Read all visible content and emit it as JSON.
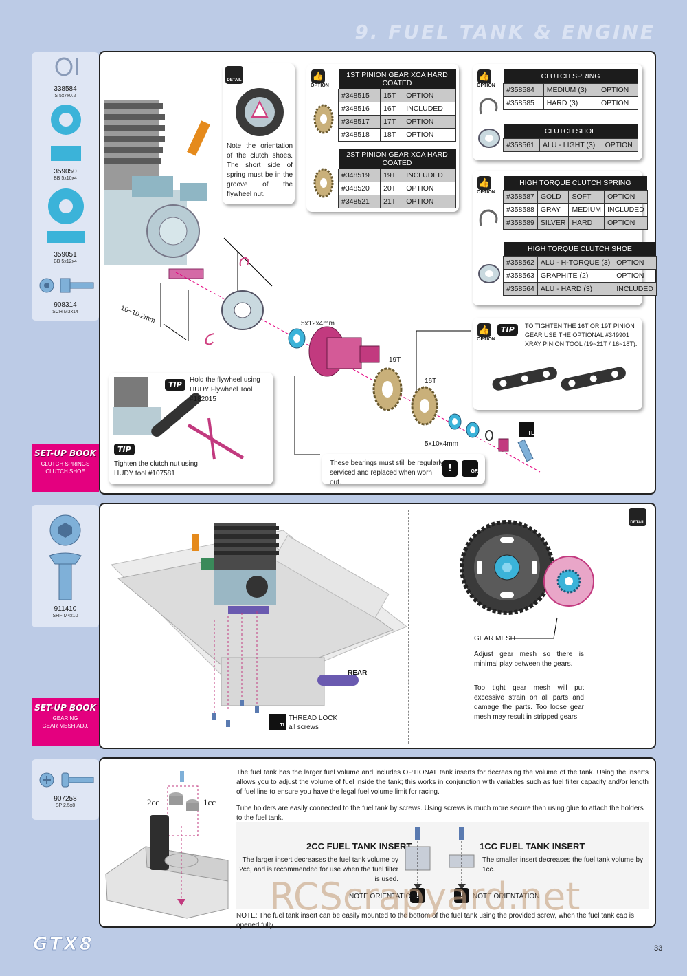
{
  "header": {
    "title": "9. FUEL TANK & ENGINE"
  },
  "step1": {
    "parts": [
      {
        "code": "338584",
        "desc": "S 5x7x0.2"
      },
      {
        "code": "359050",
        "desc": "BB 5x10x4"
      },
      {
        "code": "359051",
        "desc": "BB 5x12x4"
      },
      {
        "code": "908314",
        "desc": "SCH M3x14"
      }
    ],
    "setup_book": {
      "title": "SET-UP BOOK",
      "line1": "CLUTCH SPRINGS",
      "line2": "CLUTCH SHOE"
    },
    "detail_label": "DETAIL",
    "detail_note": "Note the orientation of the clutch shoes. The short side of spring must be in the groove of the flywheel nut.",
    "pinion_table1": {
      "title": "1ST PINION GEAR XCA HARD COATED",
      "rows": [
        [
          "#348515",
          "15T",
          "OPTION"
        ],
        [
          "#348516",
          "16T",
          "INCLUDED"
        ],
        [
          "#348517",
          "17T",
          "OPTION"
        ],
        [
          "#348518",
          "18T",
          "OPTION"
        ]
      ]
    },
    "pinion_table2": {
      "title": "2ST PINION GEAR XCA HARD COATED",
      "rows": [
        [
          "#348519",
          "19T",
          "INCLUDED"
        ],
        [
          "#348520",
          "20T",
          "OPTION"
        ],
        [
          "#348521",
          "21T",
          "OPTION"
        ]
      ]
    },
    "option_label": "OPTION",
    "clutch_spring": {
      "title": "CLUTCH SPRING",
      "rows": [
        [
          "#358584",
          "MEDIUM (3)",
          "OPTION"
        ],
        [
          "#358585",
          "HARD (3)",
          "OPTION"
        ]
      ]
    },
    "clutch_shoe": {
      "title": "CLUTCH SHOE",
      "rows": [
        [
          "#358561",
          "ALU - LIGHT (3)",
          "OPTION"
        ]
      ]
    },
    "ht_spring": {
      "title": "HIGH TORQUE CLUTCH SPRING",
      "rows": [
        [
          "#358587",
          "GOLD",
          "SOFT",
          "OPTION"
        ],
        [
          "#358588",
          "GRAY",
          "MEDIUM",
          "INCLUDED"
        ],
        [
          "#358589",
          "SILVER",
          "HARD",
          "OPTION"
        ]
      ]
    },
    "ht_shoe": {
      "title": "HIGH TORQUE CLUTCH SHOE",
      "rows": [
        [
          "#358562",
          "ALU - H-TORQUE (3)",
          "OPTION"
        ],
        [
          "#358563",
          "GRAPHITE (2)",
          "OPTION"
        ],
        [
          "#358564",
          "ALU - HARD (3)",
          "INCLUDED"
        ]
      ]
    },
    "tip_label": "TIP",
    "pinion_tool_tip": "TO TIGHTEN THE 16T OR 19T PINION GEAR USE THE OPTIONAL #349901 XRAY PINION TOOL (19~21T / 16~18T).",
    "flywheel_tip": "Hold the flywheel using HUDY Flywheel Tool #182015",
    "clutch_nut_tip": "Tighten the clutch nut using HUDY tool #107581",
    "bearing_note": "These bearings must still be regularly serviced and replaced when worn out.",
    "labels": {
      "dim": "10~10.2mm",
      "b1": "5x12x4mm",
      "b2": "5x10x4mm",
      "g19": "19T",
      "g16": "16T",
      "tl": "TL",
      "gr": "GR"
    }
  },
  "step2": {
    "parts": [
      {
        "code": "911410",
        "desc": "SHF M4x10"
      }
    ],
    "setup_book": {
      "title": "SET-UP BOOK",
      "line1": "GEARING",
      "line2": "GEAR MESH ADJ."
    },
    "detail_label": "DETAIL",
    "rear_label": "REAR",
    "thread_lock": "THREAD LOCK",
    "thread_lock_sub": "all screws",
    "gear_mesh_title": "GEAR MESH",
    "gear_mesh_p1": "Adjust gear mesh so there is minimal play between the gears.",
    "gear_mesh_p2": "Too tight gear mesh will put excessive strain on all parts and damage the parts.  Too loose gear mesh may result in stripped gears."
  },
  "step3": {
    "parts": [
      {
        "code": "907258",
        "desc": "SP 2.5x8"
      }
    ],
    "intro1": "The fuel tank has the larger fuel volume and includes OPTIONAL tank inserts for decreasing the volume of the tank. Using the inserts allows you to adjust the volume of fuel inside the tank; this works in conjunction with variables such as fuel filter capacity and/or length of fuel line to ensure you have the legal fuel volume limit for racing.",
    "intro2": "Tube holders are easily connected to the fuel tank by screws. Using screws is much more secure than using glue to attach the holders to the fuel tank.",
    "label_2cc": "2cc",
    "label_1cc": "1cc",
    "insert2_title": "2CC FUEL TANK INSERT",
    "insert2_text": "The larger insert decreases the fuel tank volume by 2cc, and is recommended for use when the fuel filter is used.",
    "insert1_title": "1CC FUEL TANK INSERT",
    "insert1_text": "The smaller insert decreases the fuel tank volume by 1cc.",
    "note_orientation": "NOTE ORIENTATION",
    "note": "NOTE: The fuel tank insert can be easily mounted to the bottom of the fuel tank using the provided screw, when the fuel tank cap is opened fully."
  },
  "footer": {
    "logo": "GTX8",
    "page": "33",
    "watermark": "RCScrapyard.net"
  },
  "colors": {
    "background": "#bccbe6",
    "accent": "#e4007f",
    "panel": "#ffffff",
    "side": "#dfe6f4"
  }
}
